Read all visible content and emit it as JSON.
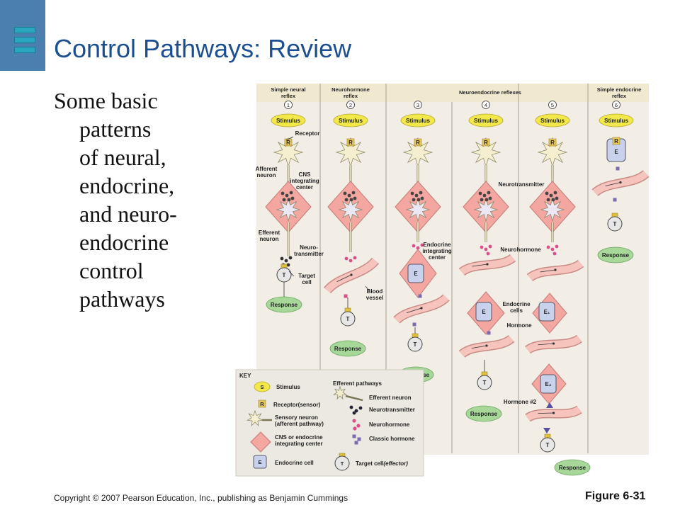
{
  "slide": {
    "title": "Control Pathways: Review",
    "body_lines": [
      "Some basic",
      "patterns",
      "of neural,",
      "endocrine,",
      "and neuro-",
      "endocrine",
      "control",
      "pathways"
    ],
    "copyright": "Copyright © 2007 Pearson Education, Inc., publishing as Benjamin Cummings",
    "figure": "Figure 6-31"
  },
  "diagram": {
    "headers": {
      "col1": [
        "Simple neural",
        "reflex"
      ],
      "col2": [
        "Neurohormone",
        "reflex"
      ],
      "col345": "Neuroendocrine reflexes",
      "col6": [
        "Simple endocrine",
        "reflex"
      ]
    },
    "numbers": [
      "1",
      "2",
      "3",
      "4",
      "5",
      "6"
    ],
    "common": {
      "stimulus": "Stimulus",
      "response": "Response",
      "receptor_letter": "R",
      "target_letter": "T",
      "endocrine_letter": "E",
      "e1": "E₁",
      "e2": "E₂"
    },
    "labels": {
      "receptor": "Receptor",
      "afferent_neuron": [
        "Afferent",
        "neuron"
      ],
      "cns_center": [
        "CNS",
        "integrating",
        "center"
      ],
      "efferent_neuron": [
        "Efferent",
        "neuron"
      ],
      "neurotransmitter_lbl": [
        "Neuro-",
        "transmitter"
      ],
      "target_cell": [
        "Target",
        "cell"
      ],
      "blood_vessel": [
        "Blood",
        "vessel"
      ],
      "endocrine_center": [
        "Endocrine",
        "integrating",
        "center"
      ],
      "neurotransmitter": "Neurotransmitter",
      "neurohormone": "Neurohormone",
      "endocrine_cells": [
        "Endocrine",
        "cells"
      ],
      "hormone": "Hormone",
      "hormone2": "Hormone #2"
    },
    "key": {
      "title": "KEY",
      "stimulus": "Stimulus",
      "s_letter": "S",
      "receptor": "Receptor(sensor)",
      "sensory": [
        "Sensory neuron",
        "(afferent pathway)"
      ],
      "cns": [
        "CNS or endocrine",
        "integrating center"
      ],
      "endocrine_cell": "Endocrine cell",
      "efferent_pathways": "Efferent pathways",
      "efferent_neuron": "Efferent neuron",
      "neurotransmitter": "Neurotransmitter",
      "neurohormone": "Neurohormone",
      "classic_hormone": "Classic hormone",
      "target_prefix": "Target cell",
      "target_suffix": "(effector)"
    },
    "colors": {
      "stimulus": "#f3e84a",
      "response": "#a7d89a",
      "cns": "#f4a6a0",
      "vessel": "#f6c3bd",
      "endocrine": "#c9d2ec",
      "header": "#f1e9cf",
      "panel": "#f2eee6",
      "key_bg": "#ece9e2",
      "neurohormone": "#d94f8a",
      "hormone": "#7d6bb0",
      "neuron": "#f6efcf"
    }
  }
}
